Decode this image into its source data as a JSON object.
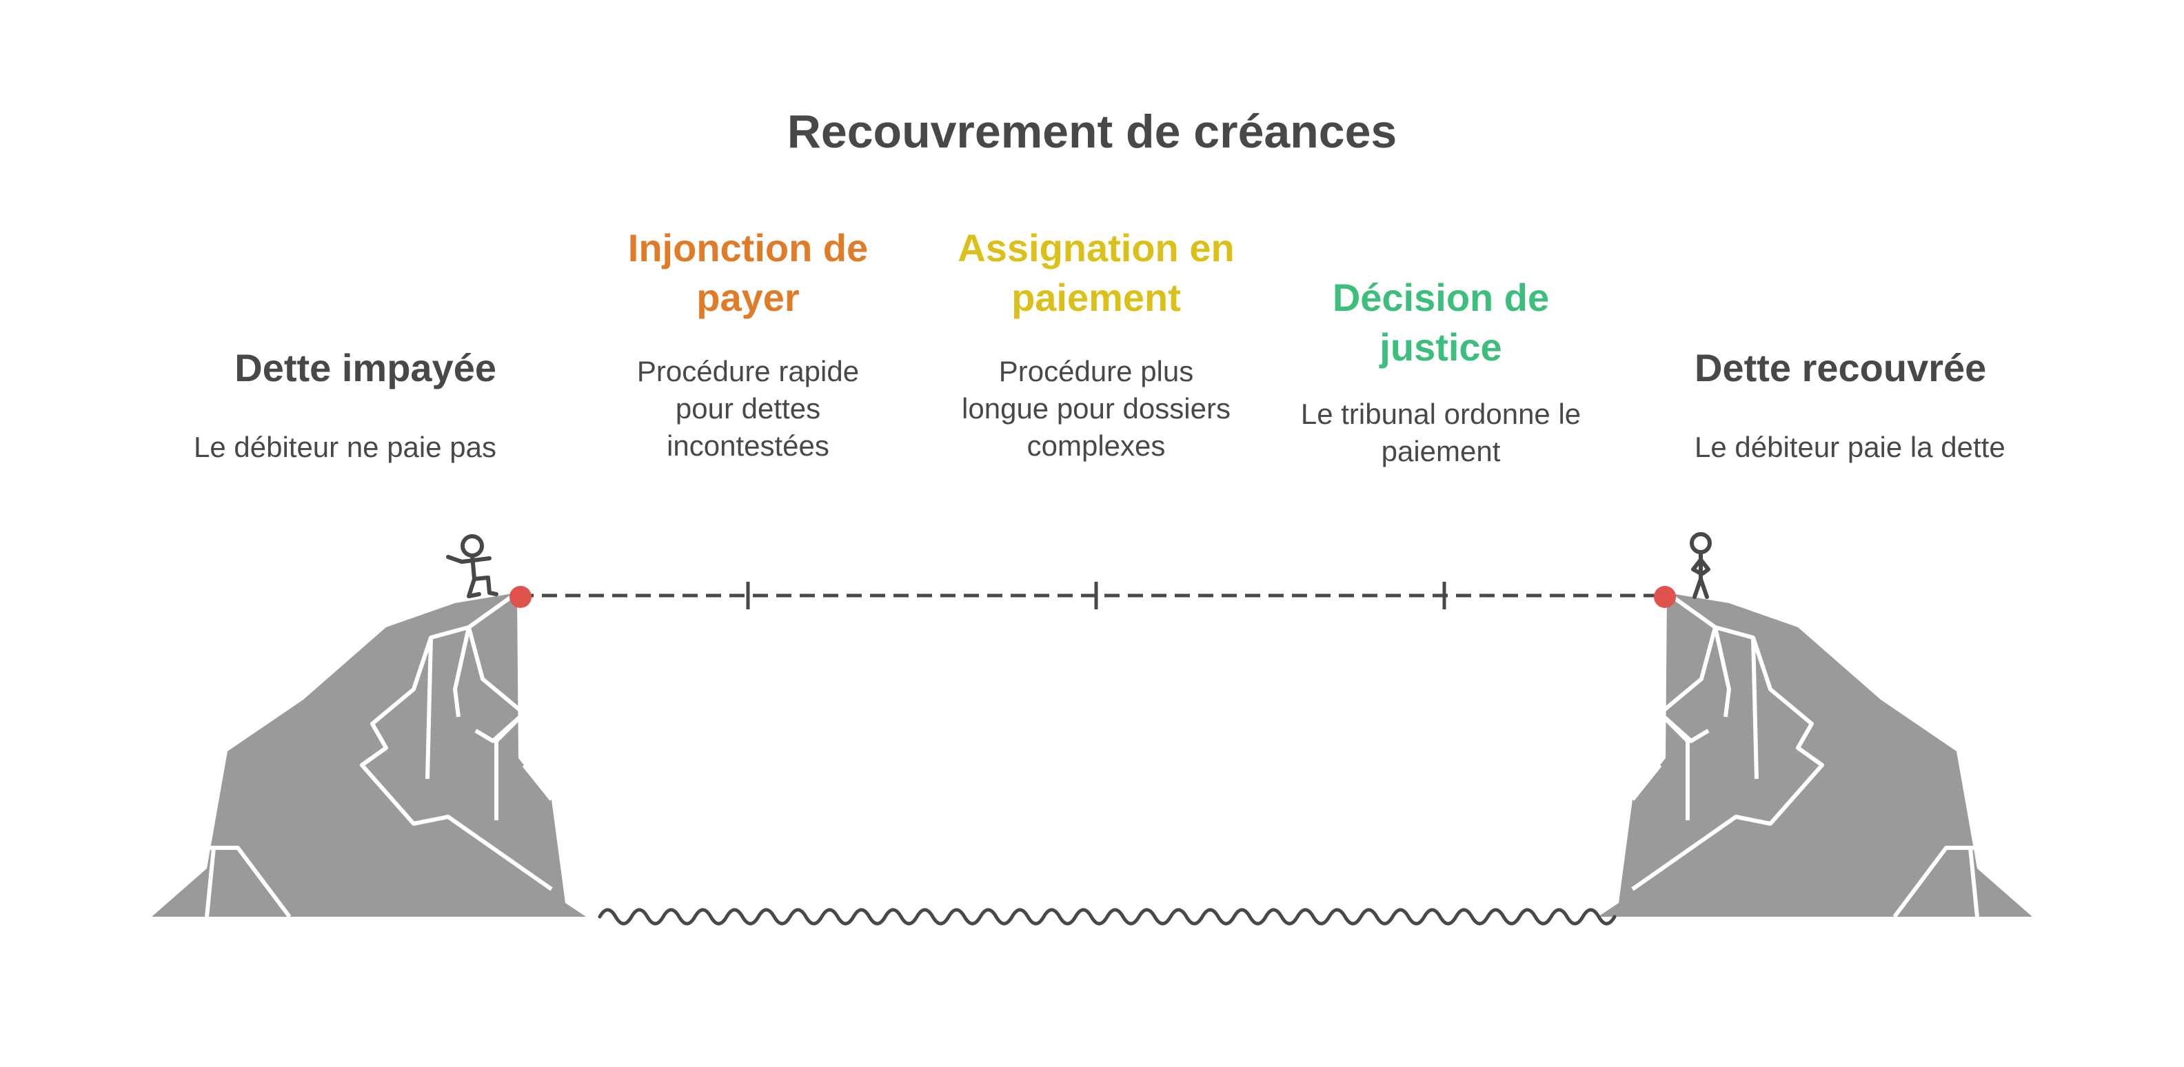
{
  "title": "Recouvrement de créances",
  "start": {
    "heading": "Dette impayée",
    "description": "Le débiteur ne paie pas"
  },
  "steps": [
    {
      "heading": "Injonction de payer",
      "description": "Procédure rapide pour dettes incontestées",
      "color": "#e07b28"
    },
    {
      "heading": "Assignation en paiement",
      "description": "Procédure plus longue pour dossiers complexes",
      "color": "#dcc01a"
    },
    {
      "heading": "Décision de justice",
      "description": "Le tribunal ordonne le paiement",
      "color": "#3dbe7c"
    }
  ],
  "end": {
    "heading": "Dette recouvrée",
    "description": "Le débiteur paie la dette"
  },
  "colors": {
    "text": "#484848",
    "rock": "#9a9a9a",
    "endpoint": "#e0524c",
    "line": "#484848"
  },
  "icons": {
    "start_figure": "stick-figure-walking-icon",
    "end_figure": "stick-figure-standing-icon",
    "water": "water-wave-icon"
  }
}
